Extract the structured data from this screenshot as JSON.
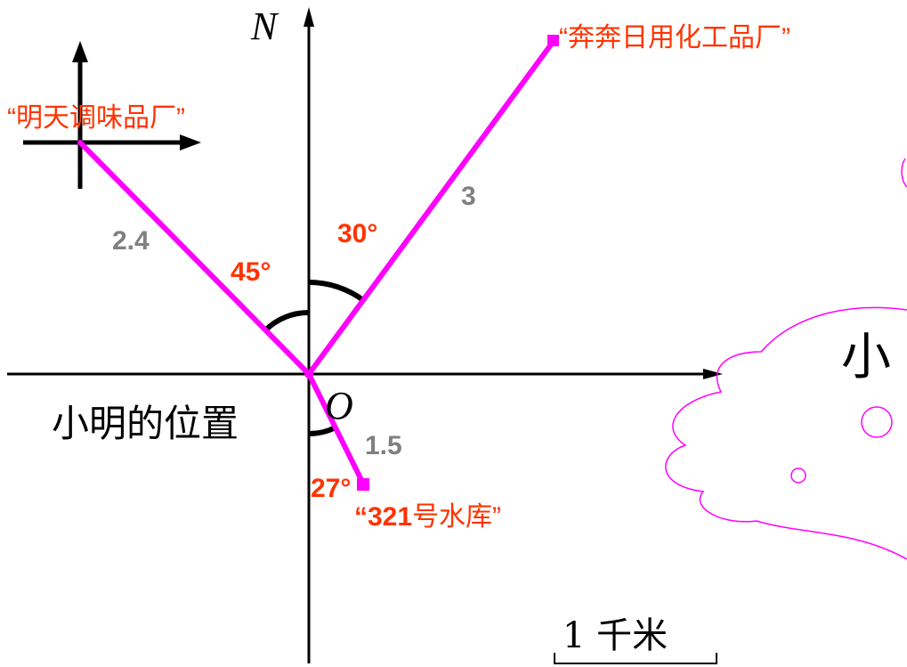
{
  "axis": {
    "north_label": "N",
    "origin_label": "O"
  },
  "origin_caption": "小明的位置",
  "destinations": {
    "factory_east": {
      "name": "“奔奔日用化工品厂”",
      "angle": "30°",
      "distance": "3"
    },
    "factory_west": {
      "name": "“明天调味品厂”",
      "angle": "45°",
      "distance": "2.4"
    },
    "reservoir": {
      "name_prefix": "“",
      "name_number": "321",
      "name_suffix": "号水库”",
      "angle": "27°",
      "distance": "1.5"
    }
  },
  "scale_label": "1  千米",
  "cloud_text": "小",
  "colors": {
    "route": "#ff00ff",
    "label": "#ff3300",
    "distance": "#808080",
    "axis": "#000000",
    "cloud": "#ff00ff"
  }
}
